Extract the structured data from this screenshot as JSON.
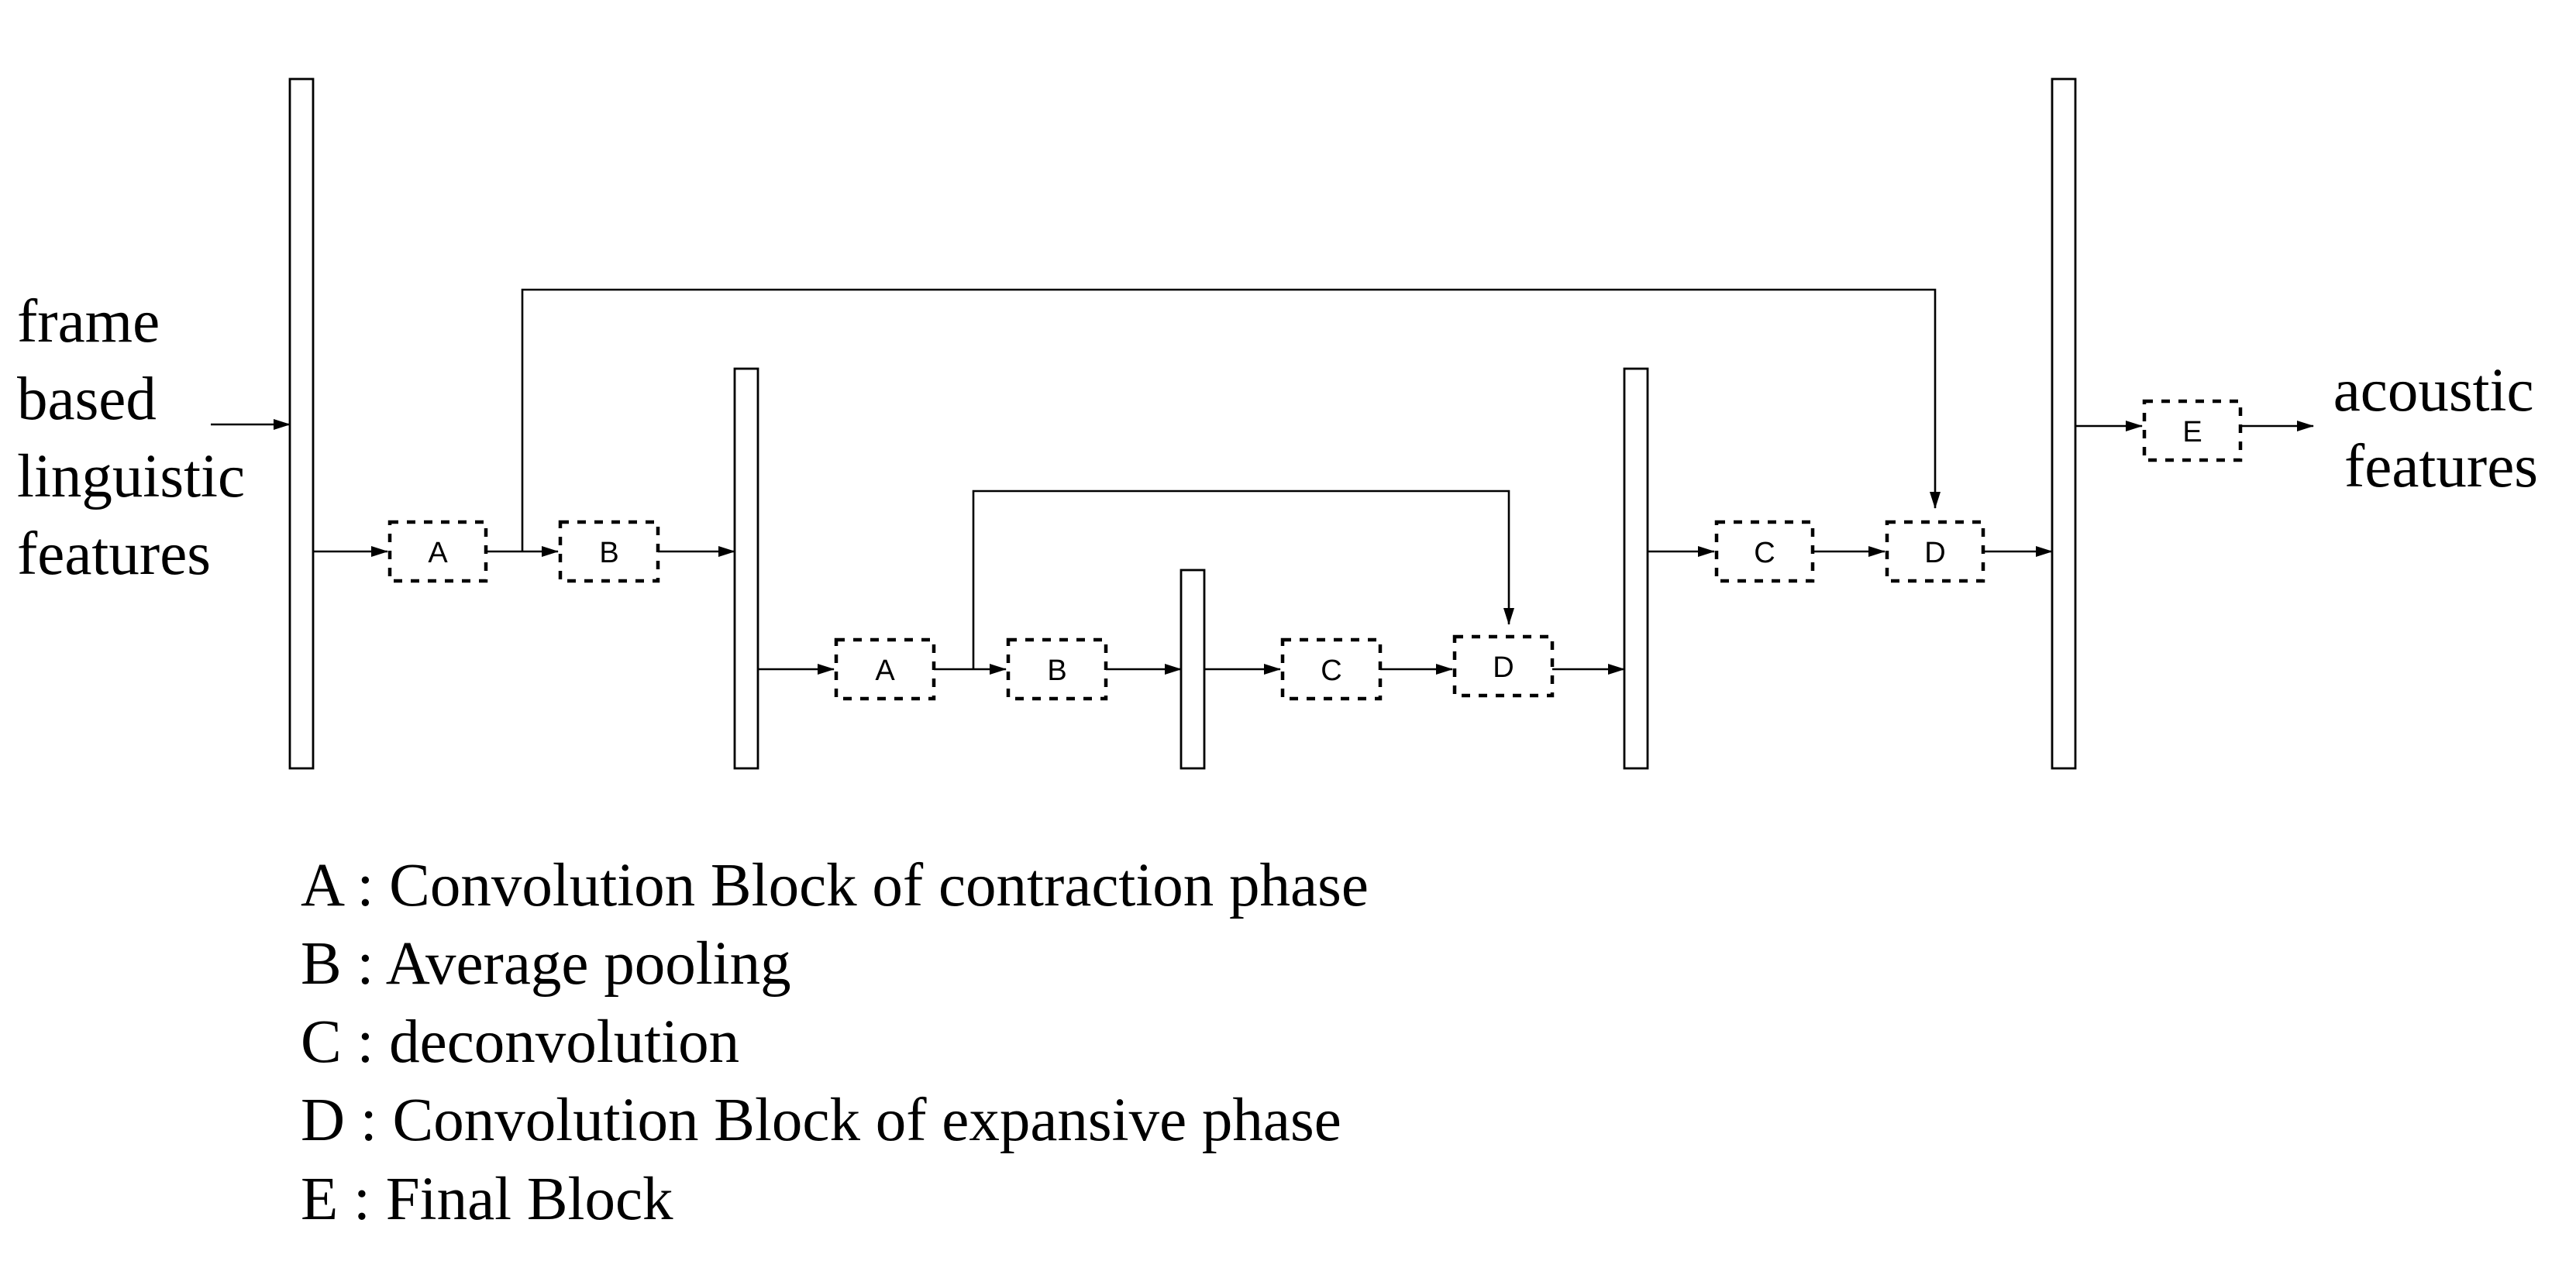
{
  "input_label": [
    "frame",
    "based",
    "linguistic",
    "features"
  ],
  "output_label": [
    "acoustic",
    "features"
  ],
  "blocks": {
    "enc1_a": "A",
    "enc1_b": "B",
    "enc2_a": "A",
    "enc2_b": "B",
    "dec2_c": "C",
    "dec2_d": "D",
    "dec1_c": "C",
    "dec1_d": "D",
    "final_e": "E"
  },
  "legend": [
    "A : Convolution Block of contraction phase",
    "B : Average pooling",
    "C : deconvolution",
    "D : Convolution Block of expansive phase",
    "E : Final Block"
  ]
}
